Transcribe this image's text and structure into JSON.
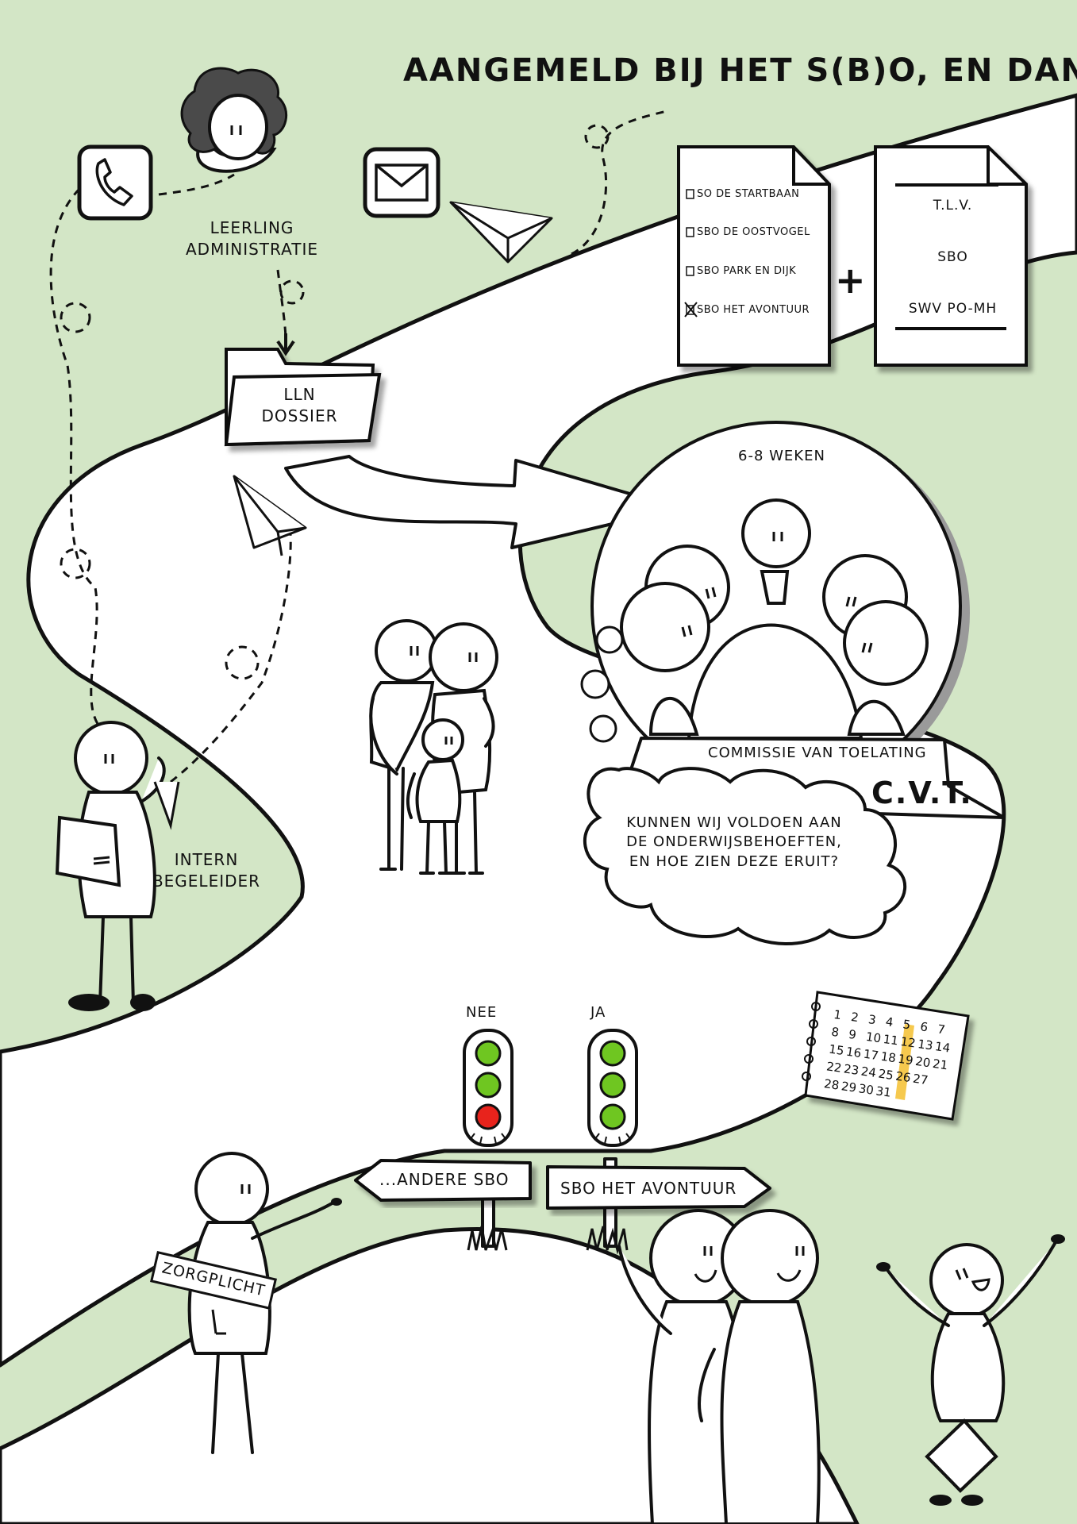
{
  "title": "Aangemeld bij het S(B)O, en dan?",
  "roles": {
    "leerling_administratie": [
      "Leerling",
      "Administratie"
    ],
    "intern_begeleider": [
      "Intern",
      "Begeleider"
    ]
  },
  "dossier": [
    "LLN",
    "Dossier"
  ],
  "form_checklist": [
    {
      "label": "SO De Startbaan",
      "checked": false
    },
    {
      "label": "SBO De Oostvogel",
      "checked": false
    },
    {
      "label": "SBO Park en Dijk",
      "checked": false
    },
    {
      "label": "SBO Het Avontuur",
      "checked": true
    }
  ],
  "plus": "+",
  "form_tlv": [
    "T.L.V.",
    "SBO",
    "SWV PO-MH"
  ],
  "duration": "6-8 weken",
  "committee": {
    "title": "Commissie van toelating",
    "abbreviation": "C.V.T.",
    "question": [
      "Kunnen wij voldoen aan",
      "de onderwijsbehoeften,",
      "en hoe zien deze eruit?"
    ]
  },
  "decision": {
    "no_label": "Nee",
    "yes_label": "Ja",
    "left_sign": "...Andere SBO",
    "right_sign": "SBO Het Avontuur",
    "duty_label": "Zorgplicht"
  },
  "calendar": [
    [
      "1",
      "2",
      "3",
      "4",
      "5",
      "6",
      "7"
    ],
    [
      "8",
      "9",
      "10",
      "11",
      "12",
      "13",
      "14"
    ],
    [
      "15",
      "16",
      "17",
      "18",
      "19",
      "20",
      "21"
    ],
    [
      "22",
      "23",
      "24",
      "25",
      "26",
      "27"
    ],
    [
      "28",
      "29",
      "30",
      "31"
    ]
  ],
  "colors": {
    "background_green": "#d3e6c6",
    "path_white": "#ffffff",
    "line": "#111111",
    "light_green": "#6fc621",
    "light_red": "#e8231c",
    "calendar_highlight": "#f5c33b"
  },
  "icons": [
    "phone-icon",
    "envelope-icon",
    "paper-plane-icon",
    "folder-icon",
    "traffic-light-icon",
    "calendar-icon"
  ]
}
